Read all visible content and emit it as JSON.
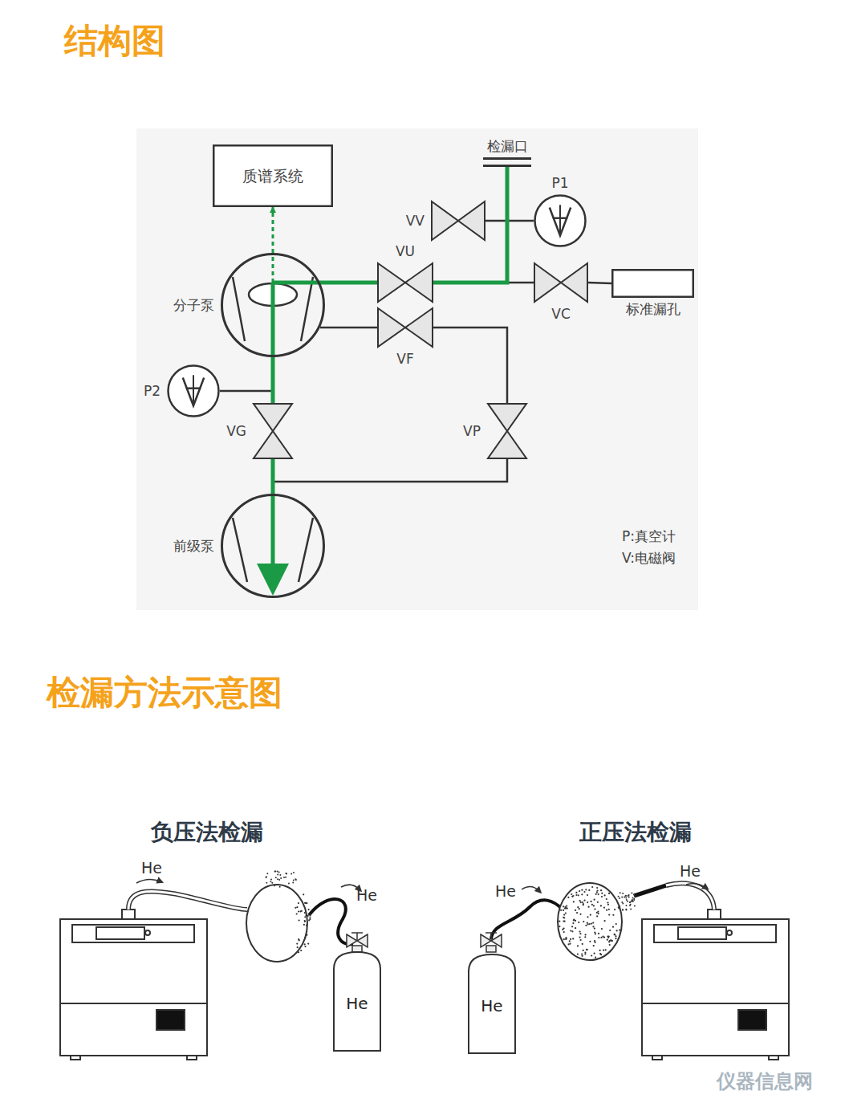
{
  "diagram": {
    "title": "结构图",
    "nodes": [
      {
        "text": [
          "质谱系统"
        ]
      },
      {
        "text": [
          "分子泵"
        ]
      },
      {
        "text": [
          "前级泵"
        ]
      },
      {
        "text": [
          "P1"
        ]
      },
      {
        "text": [
          "P2"
        ]
      },
      {
        "text": [
          "VV"
        ]
      },
      {
        "text": [
          "VU"
        ]
      },
      {
        "text": [
          "VF"
        ]
      },
      {
        "text": [
          "VC"
        ]
      },
      {
        "text": [
          "VG"
        ]
      },
      {
        "text": [
          "VP"
        ]
      },
      {
        "text": [
          "标准漏孔"
        ]
      },
      {
        "text": [
          "检漏口"
        ]
      },
      {
        "text": [
          "He"
        ]
      },
      {
        "text": [
          "He"
        ]
      }
    ],
    "edges": [
      {
        "from": 5,
        "to": 12,
        "arrow": "none"
      },
      {
        "from": 3,
        "to": 12,
        "arrow": "none"
      },
      {
        "from": 6,
        "to": 8,
        "arrow": "none"
      },
      {
        "from": 8,
        "to": 11,
        "arrow": "none"
      },
      {
        "from": 1,
        "to": 7,
        "arrow": "none"
      },
      {
        "from": 7,
        "to": 10,
        "arrow": "none"
      },
      {
        "from": 10,
        "to": 2,
        "arrow": "none"
      },
      {
        "from": 4,
        "to": 9,
        "arrow": "none"
      },
      {
        "from": 1,
        "to": 0,
        "arrow": "to"
      },
      {
        "from": 1,
        "to": 6,
        "arrow": "none"
      },
      {
        "from": 6,
        "to": 12,
        "arrow": "none"
      },
      {
        "from": 1,
        "to": 9,
        "arrow": "none"
      },
      {
        "from": 9,
        "to": 2,
        "arrow": "none"
      }
    ],
    "labels": [
      "P:真空计",
      "V:电磁阀",
      "检漏方法示意图",
      "负压法检漏",
      "He",
      "He",
      "正压法检漏",
      "He",
      "He",
      "仪器信息网"
    ]
  }
}
